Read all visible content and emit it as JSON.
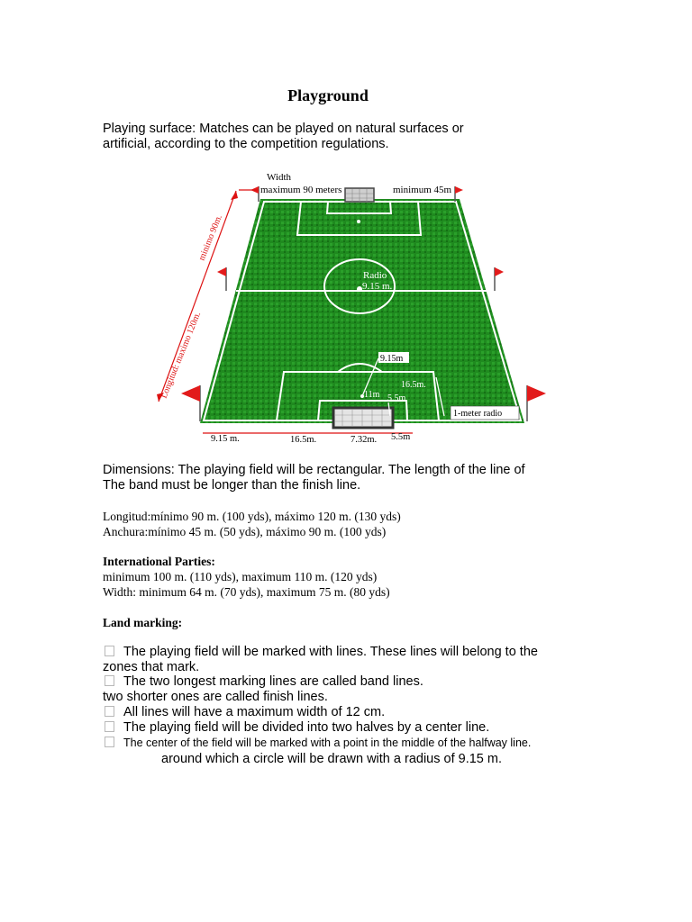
{
  "title": "Playground",
  "intro": [
    "Playing surface: Matches can be played on natural surfaces or",
    "artificial, according to the competition regulations."
  ],
  "field_labels": {
    "width": "Width",
    "width_max": "maximum 90 meters",
    "width_min": "minimum 45m",
    "length_min": "minimo 90m.",
    "length_max": "Longitud: maximo 120m.",
    "radius_a": "Radio",
    "radius_b": "9.15 m.",
    "arc": "9.15m",
    "box": "16.5m.",
    "penalty": "11m",
    "goal_area": "5.5m",
    "corner": "1-meter radio",
    "bottom_a": "9.15 m.",
    "bottom_b": "16.5m.",
    "bottom_c": "7.32m.",
    "bottom_d": "5.5m"
  },
  "dimensions": [
    "Dimensions: The playing field will be rectangular. The length of the line of",
    "The band must be longer than the finish line."
  ],
  "longitud": "Longitud:mínimo 90 m. (100 yds), máximo 120 m. (130 yds)",
  "anchura": "Anchura:mínimo 45 m. (50 yds), máximo 90 m. (100 yds)",
  "intl_heading": "International Parties:",
  "intl_length": "minimum 100 m. (110 yds), maximum 110 m. (120 yds)",
  "intl_width": "Width: minimum 64 m. (70 yds), maximum 75 m. (80 yds)",
  "land_heading": "Land marking:",
  "list": [
    "The playing field will be marked with lines. These lines will belong to the",
    "zones that mark.",
    "The two longest marking lines are called band lines.",
    "two shorter ones are called finish lines.",
    "All lines will have a maximum width of 12 cm.",
    "The playing field will be divided into two halves by a center line.",
    "The center of the field will be marked with a point in the middle of the halfway line.",
    "around which a circle will be drawn with a radius of 9.15 m."
  ]
}
